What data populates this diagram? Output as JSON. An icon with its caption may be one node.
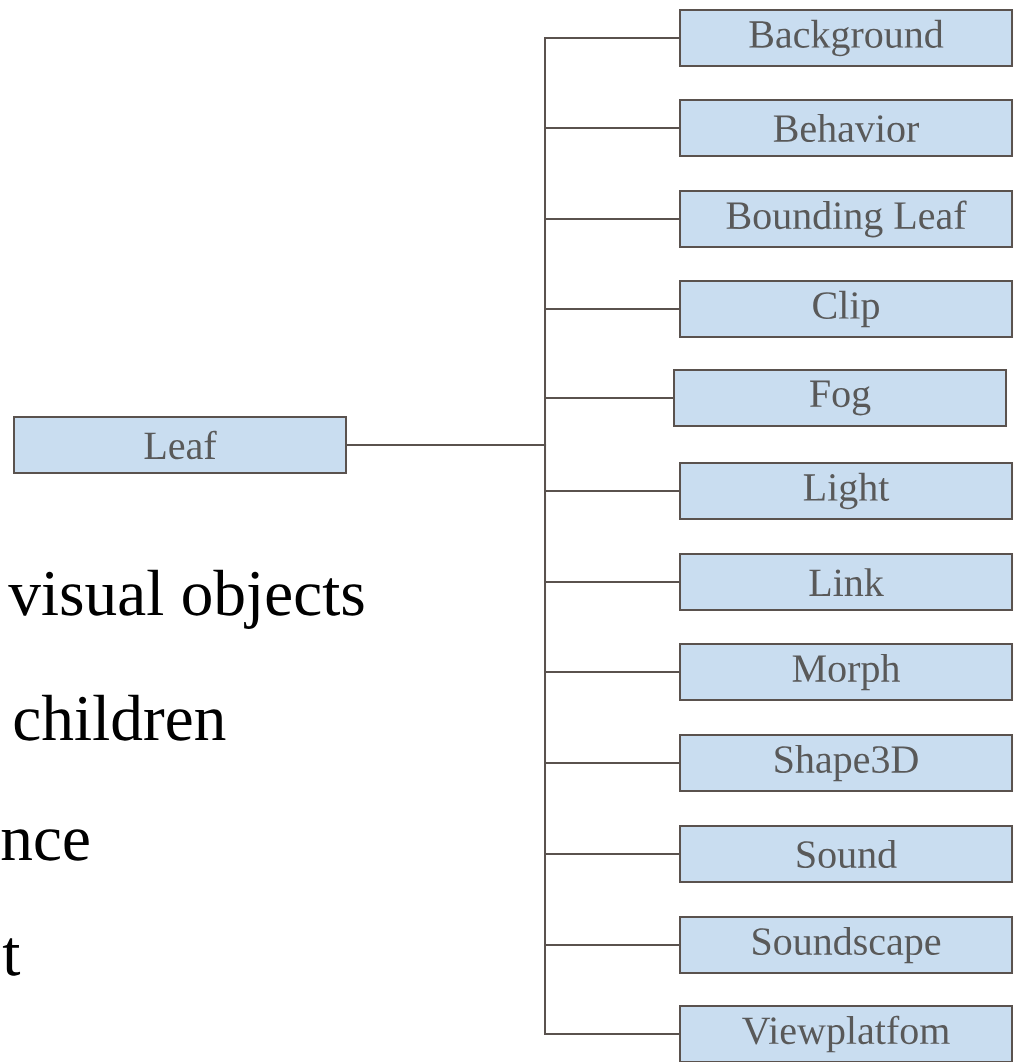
{
  "diagram": {
    "nodes": [
      {
        "text": [
          "Leaf"
        ]
      },
      {
        "text": [
          "Background"
        ]
      },
      {
        "text": [
          "Behavior"
        ]
      },
      {
        "text": [
          "Bounding Leaf"
        ]
      },
      {
        "text": [
          "Clip"
        ]
      },
      {
        "text": [
          "Fog"
        ]
      },
      {
        "text": [
          "Light"
        ]
      },
      {
        "text": [
          "Link"
        ]
      },
      {
        "text": [
          "Morph"
        ]
      },
      {
        "text": [
          "Shape3D"
        ]
      },
      {
        "text": [
          "Sound"
        ]
      },
      {
        "text": [
          "Soundscape"
        ]
      },
      {
        "text": [
          "Viewplatfom"
        ]
      }
    ],
    "edges": [
      {
        "from": 0,
        "to": 1,
        "arrow": "none"
      },
      {
        "from": 0,
        "to": 2,
        "arrow": "none"
      },
      {
        "from": 0,
        "to": 3,
        "arrow": "none"
      },
      {
        "from": 0,
        "to": 4,
        "arrow": "none"
      },
      {
        "from": 0,
        "to": 5,
        "arrow": "none"
      },
      {
        "from": 0,
        "to": 6,
        "arrow": "none"
      },
      {
        "from": 0,
        "to": 7,
        "arrow": "none"
      },
      {
        "from": 0,
        "to": 8,
        "arrow": "none"
      },
      {
        "from": 0,
        "to": 9,
        "arrow": "none"
      },
      {
        "from": 0,
        "to": 10,
        "arrow": "none"
      },
      {
        "from": 0,
        "to": 11,
        "arrow": "none"
      },
      {
        "from": 0,
        "to": 12,
        "arrow": "none"
      }
    ],
    "labels": [
      "visual objects",
      "children",
      "nce",
      "t"
    ]
  }
}
